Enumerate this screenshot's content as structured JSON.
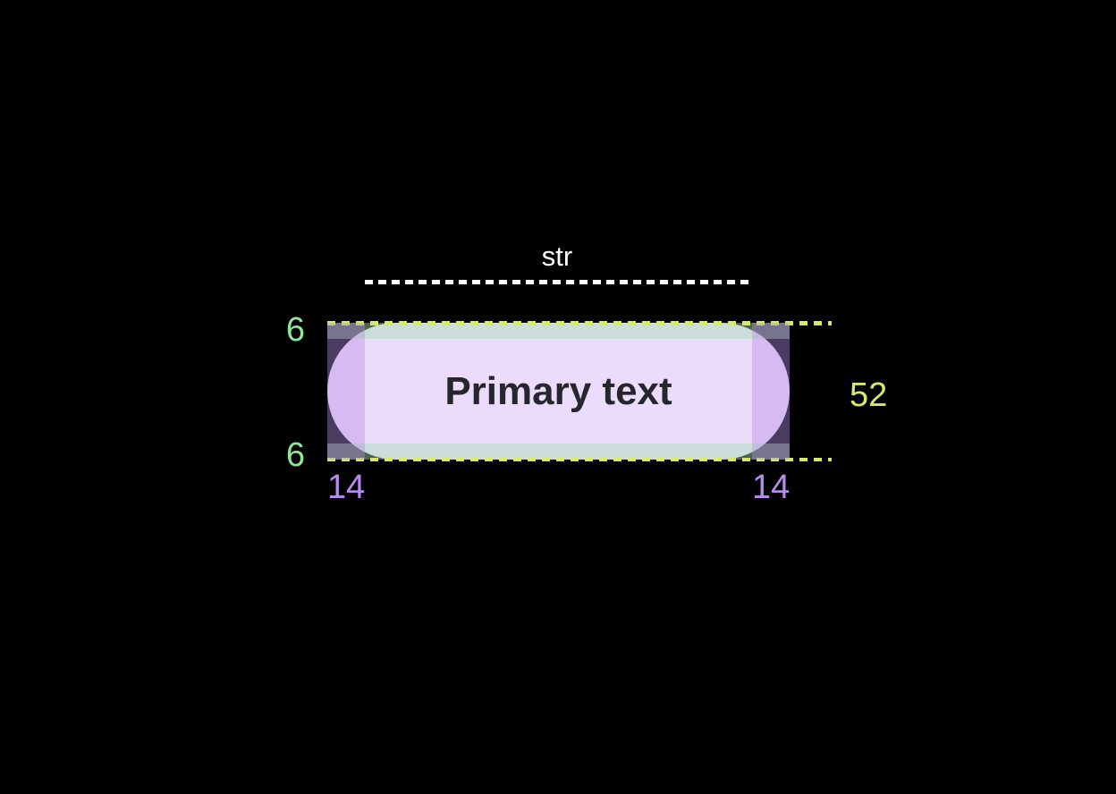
{
  "button": {
    "label": "Primary text"
  },
  "measurements": {
    "width_label": "str",
    "padding_top": "6",
    "padding_bottom": "6",
    "padding_left": "14",
    "padding_right": "14",
    "height": "52"
  },
  "colors": {
    "background": "#000000",
    "pill_fill": "#ecdcfc",
    "pill_text": "#26262e",
    "padding_vertical_overlay": "rgba(165,225,175,0.45)",
    "padding_horizontal_overlay": "rgba(181,140,229,0.42)",
    "edge_guide_dash": "#d8e86c",
    "width_measure_line": "#ffffff",
    "label_vertical_padding": "#90e49c",
    "label_horizontal_padding": "#b98bf0",
    "label_height": "#d8e86c"
  }
}
